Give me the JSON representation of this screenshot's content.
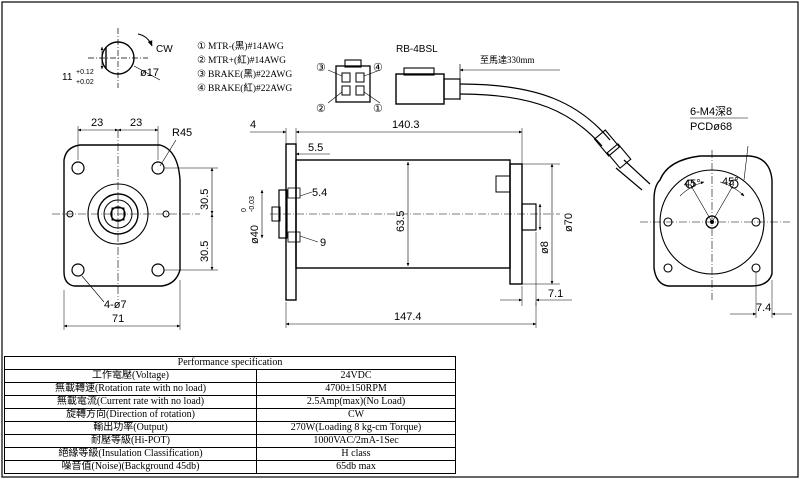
{
  "title_block": {
    "connector_model": "RB-4BSL",
    "cable_note": "至馬達330mm"
  },
  "wires": [
    {
      "num": "①",
      "label": "MTR-(黑)#14AWG"
    },
    {
      "num": "②",
      "label": "MTR+(紅)#14AWG"
    },
    {
      "num": "③",
      "label": "BRAKE(黑)#22AWG"
    },
    {
      "num": "④",
      "label": "BRAKE(紅)#22AWG"
    }
  ],
  "connector_pins": {
    "p1": "①",
    "p2": "②",
    "p3": "③",
    "p4": "④"
  },
  "shaft_view": {
    "rotation": "CW",
    "dia": "ø17",
    "flat": "11",
    "tol_plus": "+0.12",
    "tol_minus": "+0.02"
  },
  "front_view": {
    "dim_w1": "23",
    "dim_w2": "23",
    "radius": "R45",
    "dim_h1": "30.5",
    "dim_h2": "30.5",
    "holes": "4-ø7",
    "width": "71"
  },
  "side_view": {
    "flange": "4",
    "length": "140.3",
    "pilot_depth": "5.5",
    "dim_54": "5.4",
    "dim_9": "9",
    "pilot_dia": "ø40",
    "pilot_tol_top": "0",
    "pilot_tol_bot": "-0.03",
    "body_dia": "63.5",
    "shaft_dia": "ø8",
    "rear_dia": "ø70",
    "shaft_len": "7.1",
    "total_len": "147.4"
  },
  "rear_view": {
    "holes": "6-M4深8",
    "pcd": "PCDø68",
    "angle1": "45°",
    "angle2": "45°",
    "dim_74": "7.4"
  },
  "spec": {
    "title": "Performance specification",
    "rows": [
      {
        "param": "工作電壓(Voltage)",
        "value": "24VDC"
      },
      {
        "param": "無載轉速(Rotation rate with no load)",
        "value": "4700±150RPM"
      },
      {
        "param": "無載電流(Current rate with no load)",
        "value": "2.5Amp(max)(No Load)"
      },
      {
        "param": "旋轉方向(Direction of rotation)",
        "value": "CW"
      },
      {
        "param": "輸出功率(Output)",
        "value": "270W(Loading 8 kg-cm Torque)"
      },
      {
        "param": "耐壓等級(Hi-POT)",
        "value": "1000VAC/2mA-1Sec"
      },
      {
        "param": "絕緣等級(Insulation Classification)",
        "value": "H class"
      },
      {
        "param": "噪音值(Noise)(Background 45db)",
        "value": "65db max"
      }
    ]
  }
}
